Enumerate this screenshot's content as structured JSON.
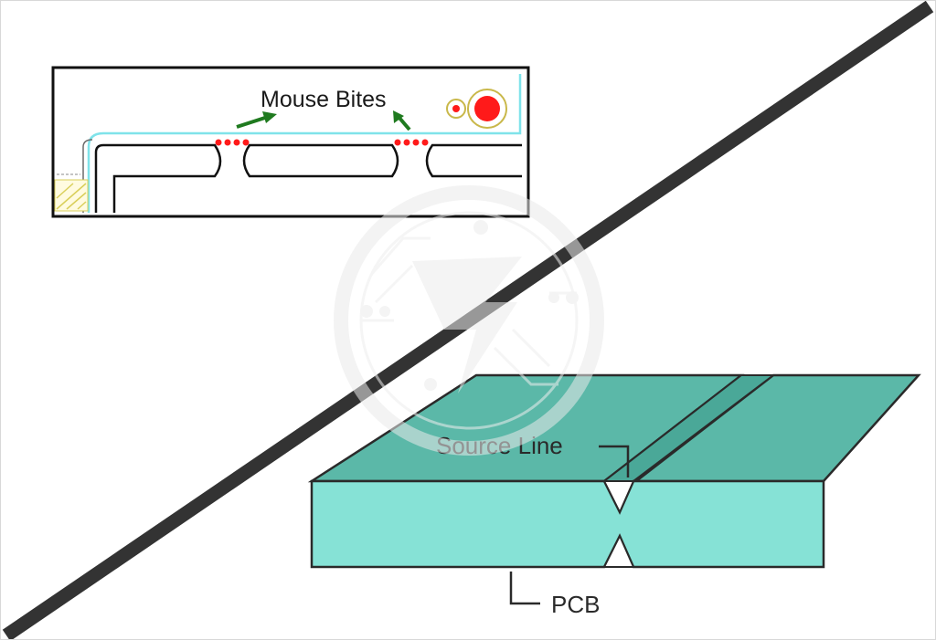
{
  "panel_top": {
    "title": "Mouse Bites"
  },
  "panel_bottom": {
    "groove_label": "Source Line",
    "board_label": "PCB"
  },
  "colors": {
    "board_top": "#5bb8a8",
    "board_side": "#86e2d6",
    "outline": "#2a2a2a",
    "trace": "#7fe3ea",
    "bite_dot": "#ff1a1a",
    "arrow": "#1f7a1f",
    "divider": "#333333",
    "watermark": "#e8e8e8"
  },
  "icons": {
    "watermark": "logo-watermark-icon",
    "arrow": "green-arrow-icon"
  }
}
